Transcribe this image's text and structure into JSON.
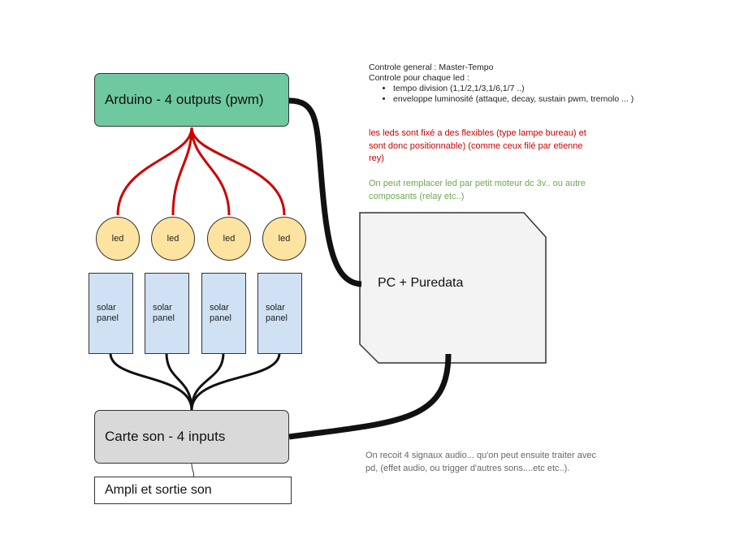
{
  "boxes": {
    "arduino": "Arduino  - 4 outputs (pwm)",
    "carte_son": "Carte son  - 4 inputs",
    "ampli": "Ampli et sortie son",
    "pc": "PC + Puredata"
  },
  "leds": [
    "led",
    "led",
    "led",
    "led"
  ],
  "panels": [
    {
      "line1": "solar",
      "line2": "panel"
    },
    {
      "line1": "solar",
      "line2": "panel"
    },
    {
      "line1": "solar",
      "line2": "panel"
    },
    {
      "line1": "solar",
      "line2": "panel"
    }
  ],
  "notes": {
    "line1": "Controle general : Master-Tempo",
    "line2": "Controle pour chaque led :",
    "bullets": [
      "tempo division (1,1/2,1/3,1/6,1/7 ..)",
      "enveloppe luminosité (attaque, decay, sustain pwm, tremolo ... )"
    ],
    "red": "les leds sont fixé a des flexibles (type lampe bureau) et sont donc positionnable) (comme ceux filé par etienne rey)",
    "green": "On peut remplacer led par petit moteur dc 3v.. ou autre composants (relay etc..)",
    "grey": "On recoit 4 signaux audio... qu'on peut ensuite traiter avec pd, (effet audio, ou trigger d'autres sons....etc etc..)."
  },
  "colors": {
    "arduino_fill": "#6fc9a0",
    "led_fill": "#fde3a0",
    "panel_fill": "#cfe1f3",
    "carte_fill": "#d9d9d9",
    "pc_fill": "#f3f3f3",
    "red_wire": "#cc0000",
    "red_text": "#cc0000",
    "green_text": "#6aa84f",
    "grey_text": "#666666"
  }
}
